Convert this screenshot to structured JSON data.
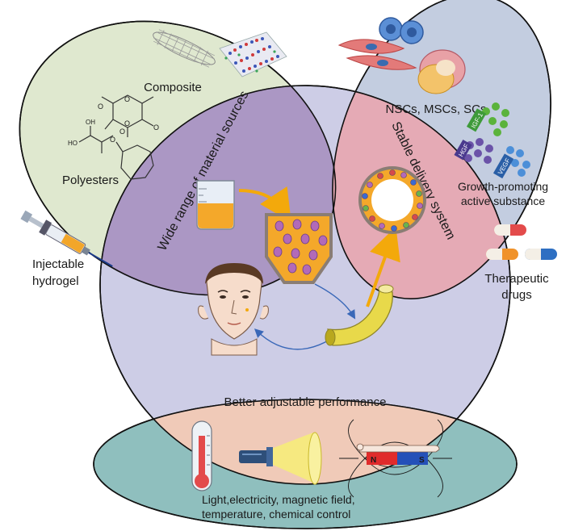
{
  "left_panel": {
    "composite_label": "Composite",
    "polyesters_label": "Polyesters",
    "injectable_line1": "Injectable",
    "injectable_line2": "hydrogel",
    "chem_oh": "OH",
    "chem_ho": "HO"
  },
  "right_panel": {
    "cells_label": "NSCs, MSCs, SCs",
    "growth_line1": "Growth-promoting",
    "growth_line2": "active substance",
    "drugs_line1": "Therapeutic",
    "drugs_line2": "drugs",
    "factor_igf": "IGF-1",
    "factor_hgf": "HGF",
    "factor_vegf": "VEGF"
  },
  "center": {
    "left_arc_label": "Wide range of material sources",
    "right_arc_label": "Stable delivery system",
    "bottom_label": "Better adjustable performance"
  },
  "bottom_panel": {
    "controls_line1": "Light,electricity, magnetic field,",
    "controls_line2": "temperature, chemical control",
    "magnet_n": "N",
    "magnet_s": "S"
  },
  "colors": {
    "green_region": "#dfe8cf",
    "blue_region": "#c3cde0",
    "center_region": "#cdcde6",
    "purple_overlap": "#ab97c4",
    "pink_overlap": "#e5aab5",
    "peach_overlap": "#f0cab8",
    "teal_region": "#8fbfbe",
    "accent_arrow": "#f3a90b",
    "cell_arrow": "#3a68b8"
  }
}
